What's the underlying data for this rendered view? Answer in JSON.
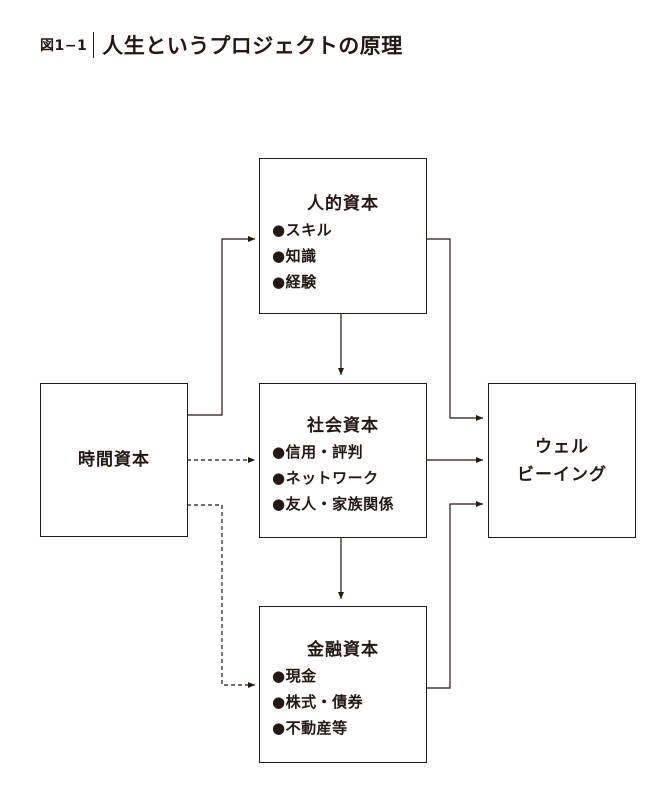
{
  "figure": {
    "label": "図1−1",
    "title": "人生というプロジェクトの原理"
  },
  "nodes": {
    "time": {
      "title": "時間資本"
    },
    "human": {
      "title": "人的資本",
      "items": [
        "●スキル",
        "●知識",
        "●経験"
      ]
    },
    "social": {
      "title": "社会資本",
      "items": [
        "●信用・評判",
        "●ネットワーク",
        "●友人・家族関係"
      ]
    },
    "financial": {
      "title": "金融資本",
      "items": [
        "●現金",
        "●株式・債券",
        "●不動産等"
      ]
    },
    "wellbeing": {
      "title_line1": "ウェル",
      "title_line2": "ビーイング"
    }
  },
  "edges": [
    {
      "from": "時間資本",
      "to": "人的資本",
      "style": "solid"
    },
    {
      "from": "時間資本",
      "to": "社会資本",
      "style": "dashed"
    },
    {
      "from": "時間資本",
      "to": "金融資本",
      "style": "dashed"
    },
    {
      "from": "人的資本",
      "to": "社会資本",
      "style": "solid"
    },
    {
      "from": "社会資本",
      "to": "金融資本",
      "style": "solid"
    },
    {
      "from": "人的資本",
      "to": "ウェルビーイング",
      "style": "solid"
    },
    {
      "from": "社会資本",
      "to": "ウェルビーイング",
      "style": "solid"
    },
    {
      "from": "金融資本",
      "to": "ウェルビーイング",
      "style": "solid"
    }
  ],
  "colors": {
    "ink": "#231815",
    "background": "#ffffff"
  }
}
